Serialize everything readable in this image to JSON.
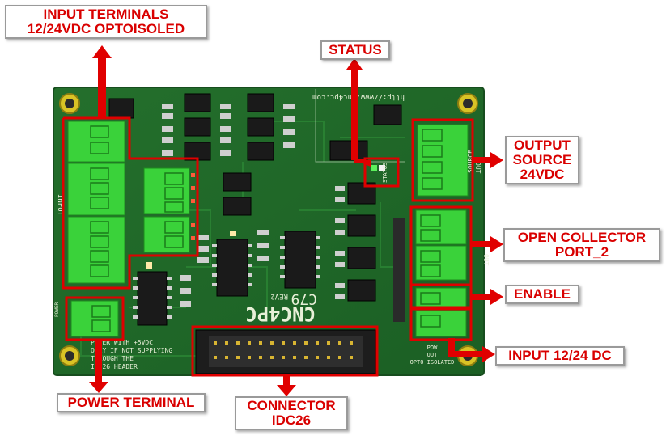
{
  "labels": {
    "input_terminals": "INPUT TERMINALS\n12/24VDC OPTOISOLED",
    "status": "STATUS",
    "output_source": "OUTPUT\nSOURCE\n24VDC",
    "open_collector": "OPEN COLLECTOR\nPORT_2",
    "enable": "ENABLE",
    "input_dc": "INPUT 12/24 DC",
    "power_terminal": "POWER TERMINAL",
    "connector": "CONNECTOR\nIDC26"
  },
  "pcb": {
    "brand": "CNC4PC",
    "model": "C79",
    "rev": "REV2",
    "url": "http://www.cnc4pc.com",
    "silk_input": "INPUT",
    "silk_status": "STATUS",
    "silk_out": "OUT",
    "silk_source": "SOURCE",
    "silk_power": "POWER",
    "silk_bottom_note": "POWER WITH +5VDC\nONLY IF NOT SUPPLYING\nTHROUGH THE\nIDC26 HEADER",
    "silk_opto": "POW\nOUT\nOPTO ISOLATED"
  },
  "colors": {
    "pcb": "#1f6b28",
    "terminal": "#3ad23a",
    "annotation": "#e00000"
  }
}
